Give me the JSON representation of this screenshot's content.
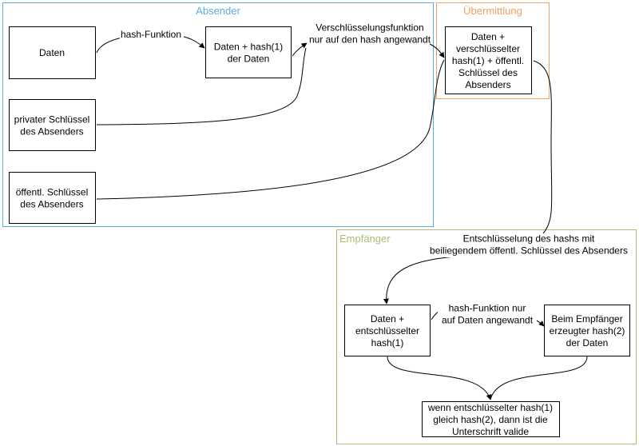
{
  "groups": {
    "absender": {
      "title": "Absender",
      "color": "#5aaed6"
    },
    "uebermittlung": {
      "title": "Übermittlung",
      "color": "#f0a060"
    },
    "empfaenger": {
      "title": "Empfänger",
      "color": "#a8c070"
    }
  },
  "nodes": {
    "daten": [
      "Daten"
    ],
    "daten_hash": [
      "Daten + hash(1)",
      "der Daten"
    ],
    "privat": [
      "privater Schlüssel",
      "des Absenders"
    ],
    "oeffentl": [
      "öffentl. Schlüssel",
      "des Absenders"
    ],
    "uebermittelt": [
      "Daten +",
      "verschlüsselter",
      "hash(1) + öffentl.",
      "Schlüssel des",
      "Absenders"
    ],
    "entschluesselt": [
      "Daten +",
      "entschlüsselter",
      "hash(1)"
    ],
    "empfaenger_hash": [
      "Beim Empfänger",
      "erzeugter hash(2)",
      "der Daten"
    ],
    "valide": [
      "wenn entschlüsselter hash(1)",
      "gleich hash(2), dann ist die",
      "Unterschrift valide"
    ]
  },
  "edge_labels": {
    "hash_funktion": [
      "hash-Funktion"
    ],
    "verschluesselung": [
      "Verschlüsselungsfunktion",
      "nur auf den hash angewandt"
    ],
    "entschluesselung": [
      "Entschlüsselung des hashs mit",
      "beiliegendem öffentl. Schlüssel des Absenders"
    ],
    "hash_nur_daten": [
      "hash-Funktion nur",
      "auf Daten angewandt"
    ]
  }
}
